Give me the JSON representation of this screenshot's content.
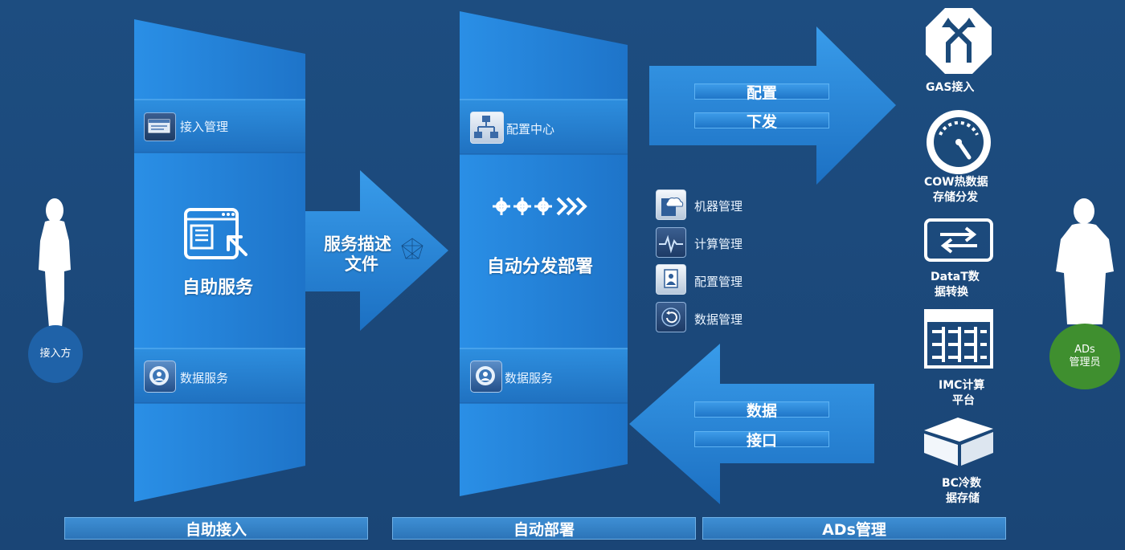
{
  "left_column": {
    "strip_top": "接入管理",
    "center_title": "自助服务",
    "strip_bottom": "数据服务"
  },
  "arrow_middle": {
    "line1": "服务描述",
    "line2": "文件"
  },
  "middle_column": {
    "strip_top": "配置中心",
    "center_title": "自动分发部署",
    "strip_bottom": "数据服务"
  },
  "tools": [
    {
      "label": "机器管理",
      "icon": "cloud-icon"
    },
    {
      "label": "计算管理",
      "icon": "pulse-chart-icon"
    },
    {
      "label": "配置管理",
      "icon": "user-document-icon"
    },
    {
      "label": "数据管理",
      "icon": "refresh-icon"
    }
  ],
  "arrow_right_top": {
    "bar1": "配置",
    "bar2": "下发"
  },
  "arrow_right_bottom": {
    "bar1": "数据",
    "bar2": "接口"
  },
  "right_items": [
    {
      "label_line1": "GAS接入",
      "label_line2": "",
      "icon": "merge-arrows-icon"
    },
    {
      "label_line1": "COW热数据",
      "label_line2": "存储分发",
      "icon": "gauge-icon"
    },
    {
      "label_line1": "DataT数",
      "label_line2": "据转换",
      "icon": "swap-arrows-icon"
    },
    {
      "label_line1": "IMC计算",
      "label_line2": "平台",
      "icon": "grid-table-icon"
    },
    {
      "label_line1": "BC冷数",
      "label_line2": "据存储",
      "icon": "cube-icon"
    }
  ],
  "actors": {
    "left": "接入方",
    "right_line1": "ADs",
    "right_line2": "管理员"
  },
  "sections": [
    "自助接入",
    "自动部署",
    "ADs管理"
  ],
  "colors": {
    "background": "#1b4a7a",
    "panel": "#2b8de0",
    "left_actor_circle": "#1f62a8",
    "right_actor_circle": "#3f8f2f"
  }
}
